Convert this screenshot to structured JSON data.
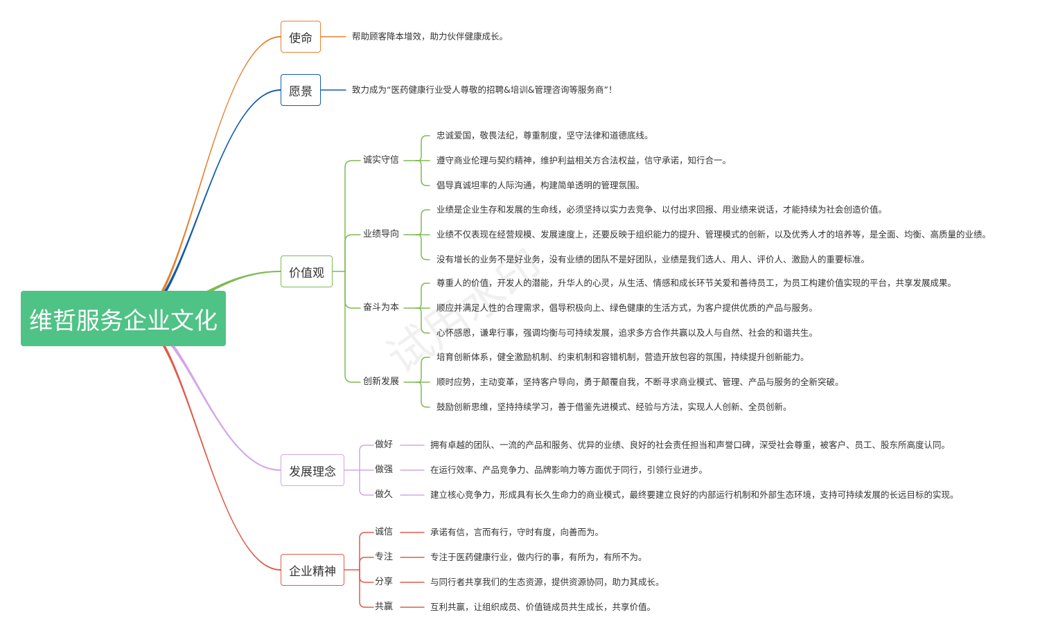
{
  "root": {
    "label": "维哲服务企业文化",
    "color": "#4fc286"
  },
  "watermark": "试用水印",
  "branches": [
    {
      "id": "mission",
      "label": "使命",
      "color": "#e6802f",
      "leaves": [
        "帮助顾客降本增效，助力伙伴健康成长。"
      ]
    },
    {
      "id": "vision",
      "label": "愿景",
      "color": "#0f5ca8",
      "leaves": [
        "致力成为“医药健康行业受人尊敬的招聘&培训&管理咨询等服务商”！"
      ]
    },
    {
      "id": "values",
      "label": "价值观",
      "color": "#7dba4f",
      "groups": [
        {
          "label": "诚实守信",
          "items": [
            "忠诚爱国，敬畏法纪，尊重制度，坚守法律和道德底线。",
            "遵守商业伦理与契约精神，维护利益相关方合法权益，信守承诺，知行合一。",
            "倡导真诚坦率的人际沟通，构建简单透明的管理氛围。"
          ]
        },
        {
          "label": "业绩导向",
          "items": [
            "业绩是企业生存和发展的生命线，必须坚持以实力去竞争、以付出求回报、用业绩来说话，才能持续为社会创造价值。",
            "业绩不仅表现在经营规模、发展速度上，还要反映于组织能力的提升、管理模式的创新，以及优秀人才的培养等，是全面、均衡、高质量的业绩。",
            "没有增长的业务不是好业务，没有业绩的团队不是好团队，业绩是我们选人、用人、评价人、激励人的重要标准。"
          ]
        },
        {
          "label": "奋斗为本",
          "items": [
            "尊重人的价值，开发人的潜能，升华人的心灵，从生活、情感和成长环节关爱和善待员工，为员工构建价值实现的平台，共享发展成果。",
            "顺应并满足人性的合理需求，倡导积极向上、绿色健康的生活方式，为客户提供优质的产品与服务。",
            "心怀感恩，谦卑行事，强调均衡与可持续发展，追求多方合作共赢以及人与自然、社会的和谐共生。"
          ]
        },
        {
          "label": "创新发展",
          "items": [
            "培育创新体系，健全激励机制、约束机制和容错机制，营造开放包容的氛围，持续提升创新能力。",
            "顺时应势，主动变革，坚持客户导向，勇于颠覆自我，不断寻求商业模式、管理、产品与服务的全新突破。",
            "鼓励创新思维，坚持持续学习，善于借鉴先进模式、经验与方法，实现人人创新、全员创新。"
          ]
        }
      ]
    },
    {
      "id": "development",
      "label": "发展理念",
      "color": "#d3a5e8",
      "pairs": [
        {
          "label": "做好",
          "text": "拥有卓越的团队、一流的产品和服务、优异的业绩、良好的社会责任担当和声誉口碑，深受社会尊重，被客户、员工、股东所高度认同。"
        },
        {
          "label": "做强",
          "text": "在运行效率、产品竞争力、品牌影响力等方面优于同行，引领行业进步。"
        },
        {
          "label": "做久",
          "text": "建立核心竞争力，形成具有长久生命力的商业模式，最终要建立良好的内部运行机制和外部生态环境，支持可持续发展的长远目标的实现。"
        }
      ]
    },
    {
      "id": "spirit",
      "label": "企业精神",
      "color": "#e05a4a",
      "pairs": [
        {
          "label": "诚信",
          "text": "承诺有信，言而有行，守时有度，向善而为。"
        },
        {
          "label": "专注",
          "text": "专注于医药健康行业，做内行的事，有所为，有所不为。"
        },
        {
          "label": "分享",
          "text": "与同行者共享我们的生态资源，提供资源协同，助力其成长。"
        },
        {
          "label": "共赢",
          "text": "互利共赢，让组织成员、价值链成员共生成长，共享价值。"
        }
      ]
    }
  ]
}
